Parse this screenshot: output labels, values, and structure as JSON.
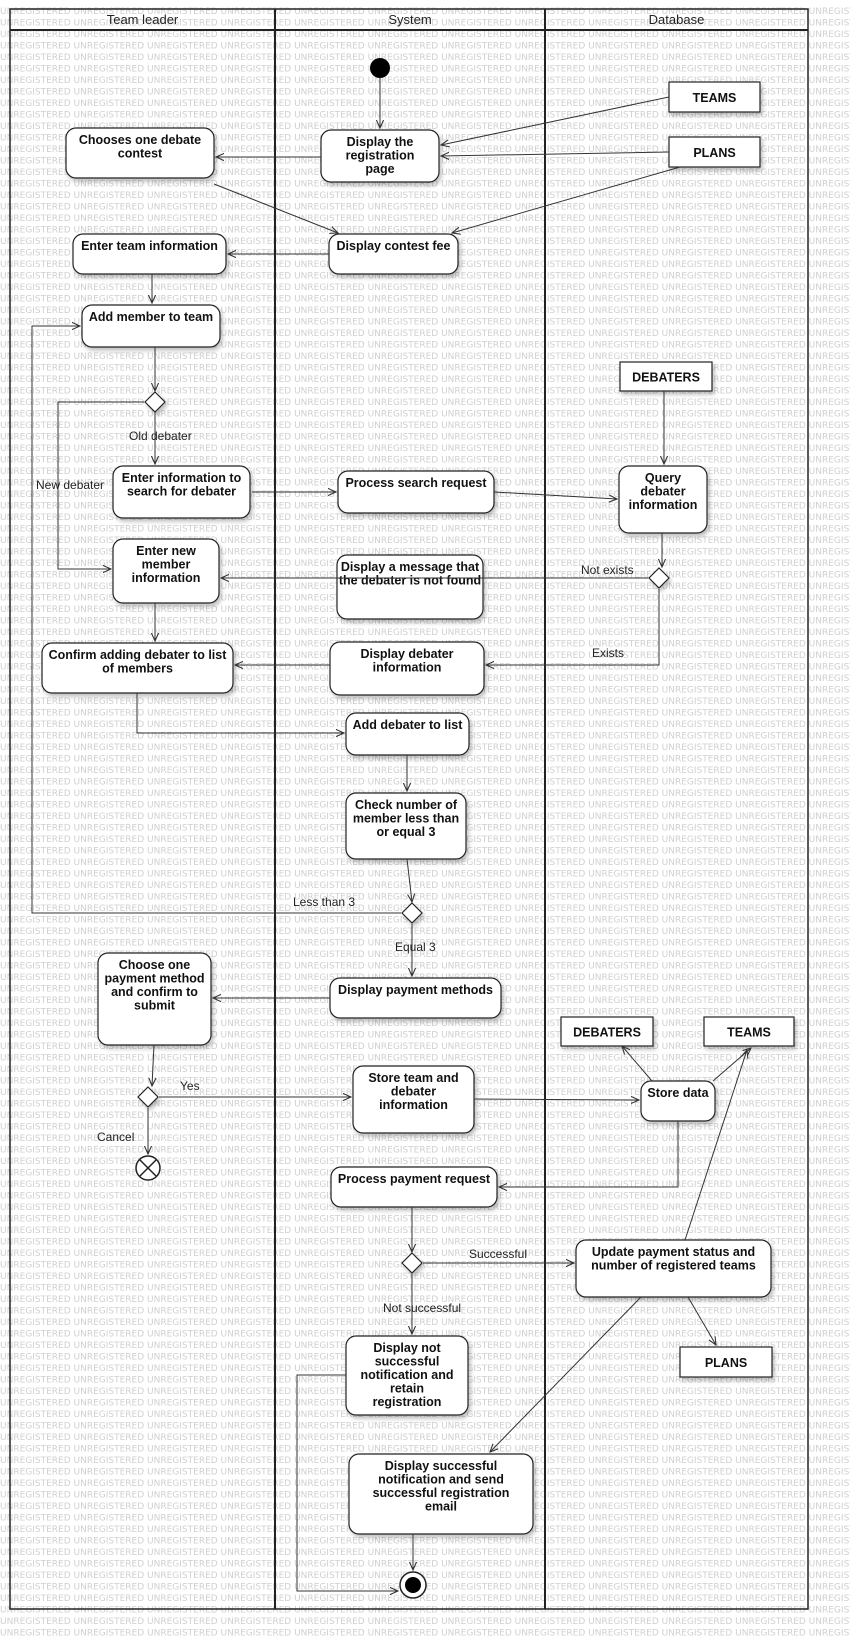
{
  "watermark": "UNREGISTERED",
  "lanes": [
    "Team leader",
    "System",
    "Database"
  ],
  "actions": {
    "choose_contest": "Chooses one debate contest",
    "display_registration": "Display the registration page",
    "enter_team_info": "Enter team information",
    "display_contest_fee": "Display contest fee",
    "add_member": "Add member to team",
    "enter_search_info": "Enter information to search for debater",
    "process_search": "Process search request",
    "query_debater": "Query debater information",
    "enter_new_member": "Enter new member information",
    "display_not_found": "Display a message that the debater is not found",
    "confirm_adding": "Confirm adding debater to list of members",
    "display_debater_info": "Display debater information",
    "add_debater_to_list": "Add debater to list",
    "check_member_count": "Check number of member less than or equal  3",
    "choose_payment": "Choose one payment method and confirm to submit",
    "display_payment_methods": "Display payment methods",
    "store_team_info": "Store team and debater information",
    "store_data": "Store data",
    "process_payment": "Process payment request",
    "update_payment_status": "Update payment status and number of registered teams",
    "display_not_successful": "Display not successful notification and retain registration",
    "display_successful": "Display successful notification and send successful registration email"
  },
  "objects": {
    "teams_top": "TEAMS",
    "plans_top": "PLANS",
    "debaters_query": "DEBATERS",
    "debaters_store": "DEBATERS",
    "teams_store": "TEAMS",
    "plans_bottom": "PLANS"
  },
  "guards": {
    "old_debater": "Old debater",
    "new_debater": "New debater",
    "not_exists": "Not exists",
    "exists": "Exists",
    "less_than_3": "Less than 3",
    "equal_3": "Equal 3",
    "yes": "Yes",
    "cancel": "Cancel",
    "successful": "Successful",
    "not_successful": "Not successful"
  }
}
